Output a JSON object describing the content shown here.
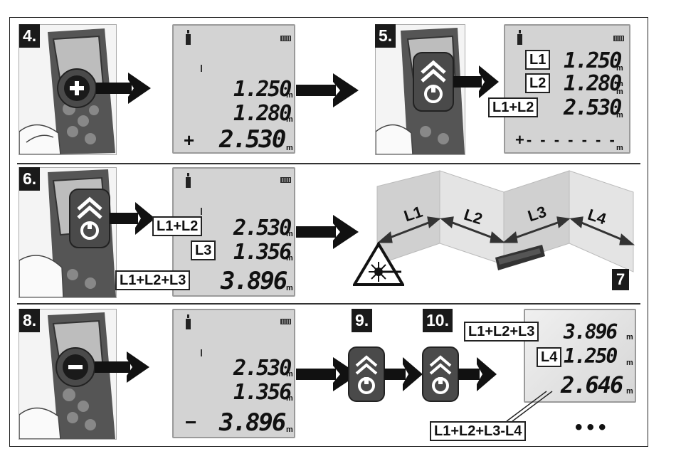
{
  "steps": {
    "s4": "4.",
    "s5": "5.",
    "s6": "6.",
    "s7": "7",
    "s8": "8.",
    "s9": "9.",
    "s10": "10."
  },
  "units": {
    "m": "m"
  },
  "panel4": {
    "v1": "1.250",
    "v2": "1.280",
    "v3": "2.530",
    "sign": "+"
  },
  "panel5": {
    "l1": "L1",
    "l2": "L2",
    "l12": "L1+L2",
    "v1": "1.250",
    "v2": "1.280",
    "v3": "2.530",
    "dashes": "+- - - - - - -"
  },
  "panel6": {
    "l12": "L1+L2",
    "l3": "L3",
    "l123": "L1+L2+L3",
    "v1": "2.530",
    "v2": "1.356",
    "v3": "3.896"
  },
  "panel7": {
    "l1": "L1",
    "l2": "L2",
    "l3": "L3",
    "l4": "L4"
  },
  "panel8": {
    "v1": "2.530",
    "v2": "1.356",
    "v3": "3.896",
    "sign": "−"
  },
  "panel10": {
    "l123": "L1+L2+L3",
    "l4": "L4",
    "result": "L1+L2+L3-L4",
    "v1": "3.896",
    "v2": "1.250",
    "v3": "2.646",
    "dots": "•••"
  },
  "colors": {
    "lcd": "#d3d3d3",
    "arrow": "#111111",
    "button": "#4a4a4a",
    "wall": "#d0d0d0"
  },
  "icons": [
    "plus-button-icon",
    "minus-button-icon",
    "measure-button-icon",
    "laser-warning-icon",
    "battery-icon",
    "measure-arrow-icon"
  ]
}
